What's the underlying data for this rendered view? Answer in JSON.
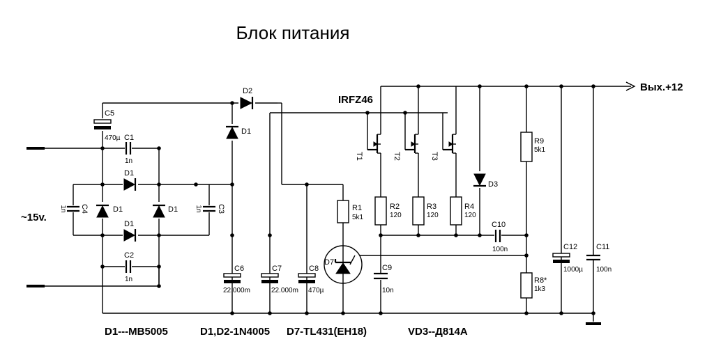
{
  "title": "Блок питания",
  "terminals": {
    "input_ac": "~15v.",
    "output": "Вых.+12"
  },
  "transistor_label": "IRFZ46",
  "components": {
    "C1": {
      "ref": "C1",
      "value": "1n"
    },
    "C2": {
      "ref": "C2",
      "value": "1n"
    },
    "C3": {
      "ref": "C3",
      "value": "1n"
    },
    "C4": {
      "ref": "C4",
      "value": "1n"
    },
    "C5": {
      "ref": "C5",
      "value": "470µ"
    },
    "C6": {
      "ref": "C6",
      "value": "22.000m"
    },
    "C7": {
      "ref": "C7",
      "value": "22.000m"
    },
    "C8": {
      "ref": "C8",
      "value": "470µ"
    },
    "C9": {
      "ref": "C9",
      "value": "10n"
    },
    "C10": {
      "ref": "C10",
      "value": "100n"
    },
    "C11": {
      "ref": "C11",
      "value": "100n"
    },
    "C12": {
      "ref": "C12",
      "value": "1000µ"
    },
    "R1": {
      "ref": "R1",
      "value": "5k1"
    },
    "R2": {
      "ref": "R2",
      "value": "120"
    },
    "R3": {
      "ref": "R3",
      "value": "120"
    },
    "R4": {
      "ref": "R4",
      "value": "120"
    },
    "R8": {
      "ref": "R8*",
      "value": "1k3"
    },
    "R9": {
      "ref": "R9",
      "value": "5k1"
    },
    "T1": {
      "ref": "T1"
    },
    "T2": {
      "ref": "T2"
    },
    "T3": {
      "ref": "T3"
    },
    "D1": {
      "ref": "D1"
    },
    "D2": {
      "ref": "D2"
    },
    "D3": {
      "ref": "D3"
    },
    "D7": {
      "ref": "D7"
    }
  },
  "notes": {
    "n1": "D1---MB5005",
    "n2": "D1,D2-1N4005",
    "n3": "D7-TL431(EH18)",
    "n4": "VD3--Д814А"
  }
}
